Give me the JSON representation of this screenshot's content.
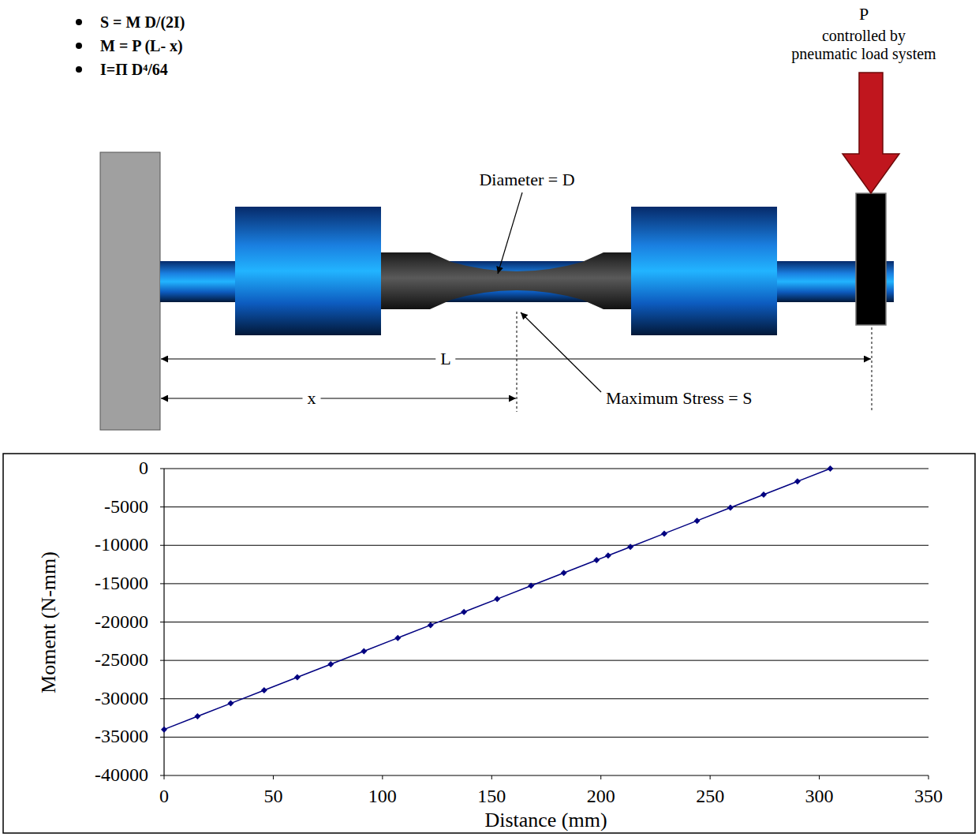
{
  "diagram": {
    "labels": [
      "S = M D/(2I)",
      "M = P (L- x)",
      "I=Π D⁴/64",
      "P",
      "controlled by pneumatic load system",
      "Diameter = D",
      "L",
      "x",
      "Maximum Stress = S",
      "0",
      "-5000",
      "-10000",
      "-15000",
      "-20000",
      "-25000",
      "-30000",
      "-35000",
      "-40000",
      "Moment (N-mm)",
      "0",
      "50",
      "100",
      "150",
      "200",
      "250",
      "300",
      "350",
      "Distance (mm)"
    ]
  }
}
